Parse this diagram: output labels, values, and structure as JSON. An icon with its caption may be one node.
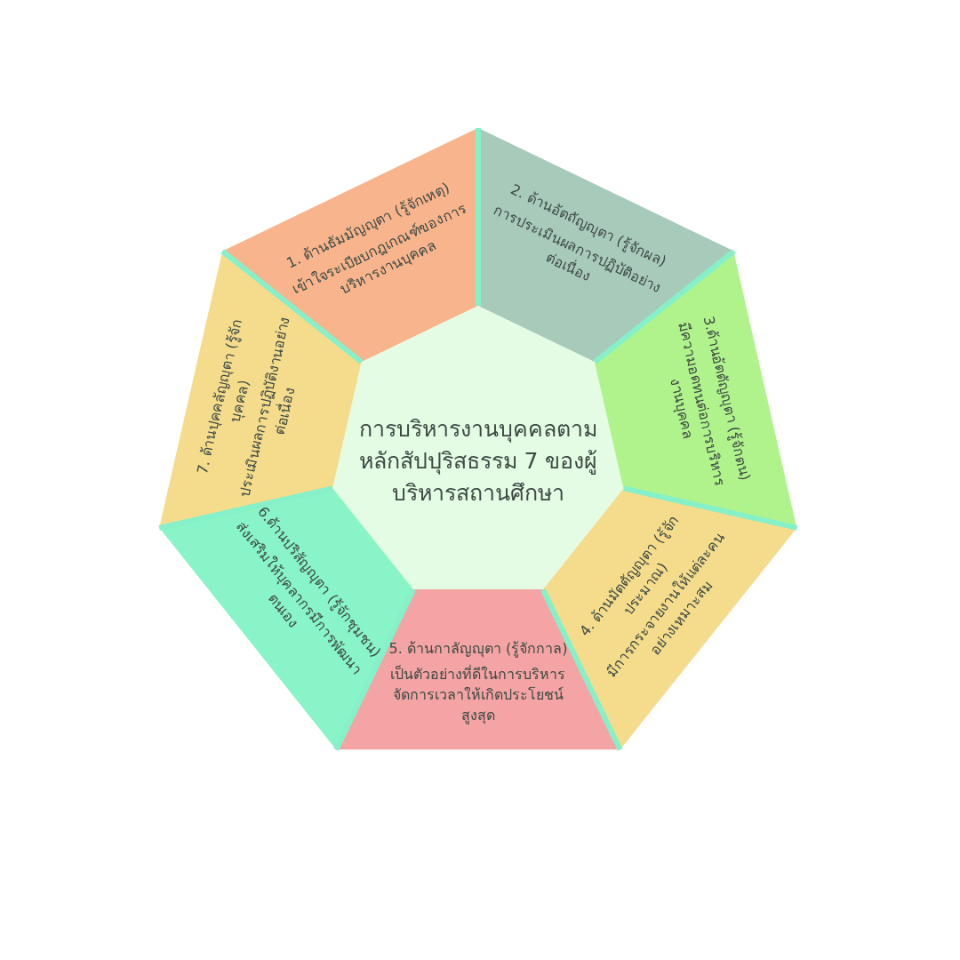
{
  "diagram": {
    "nodes": [
      {
        "text": [
          "การบริหารงานบุคคลตามหลักสัปปุริสธรรม 7 ของผู้บริหารสถานศึกษา"
        ]
      },
      {
        "text": [
          "1. ด้านธัมมัญญุตา (รู้จักเหตุ)",
          "เข้าใจระเบียบกฎเกณฑ์ของการบริหารงานบุคคล"
        ]
      },
      {
        "text": [
          "2. ด้านอัตถัญญุตา (รู้จักผล)",
          "การประเมินผลการปฏิบัติอย่างต่อเนื่อง"
        ]
      },
      {
        "text": [
          "3.ด้านอัตตัญญุตา (รู้จักตน)",
          "มีความอดทนต่อการบริหารงานบุคคล"
        ]
      },
      {
        "text": [
          "4. ด้านมัตตัญญุตา (รู้จักประมาณ)",
          "มีการกระจายงานให้แต่ละคนอย่างเหมาะสม"
        ]
      },
      {
        "text": [
          "5. ด้านกาลัญญุตา (รู้จักกาล)",
          "เป็นตัวอย่างที่ดีในการบริหารจัดการเวลาให้เกิดประโยชน์สูงสุด"
        ]
      },
      {
        "text": [
          "6.ด้านปริสัญญุตา (รู้จักชุมชน)",
          "ส่งเสริมให้บุคลากรมีการพัฒนาตนเอง"
        ]
      },
      {
        "text": [
          "7. ด้านปุคคลัญญุตา (รู้จักบุคคล)",
          "ประเมินผลการปฏิบัติงานอย่างต่อเนื่อง"
        ]
      }
    ],
    "edges": []
  }
}
